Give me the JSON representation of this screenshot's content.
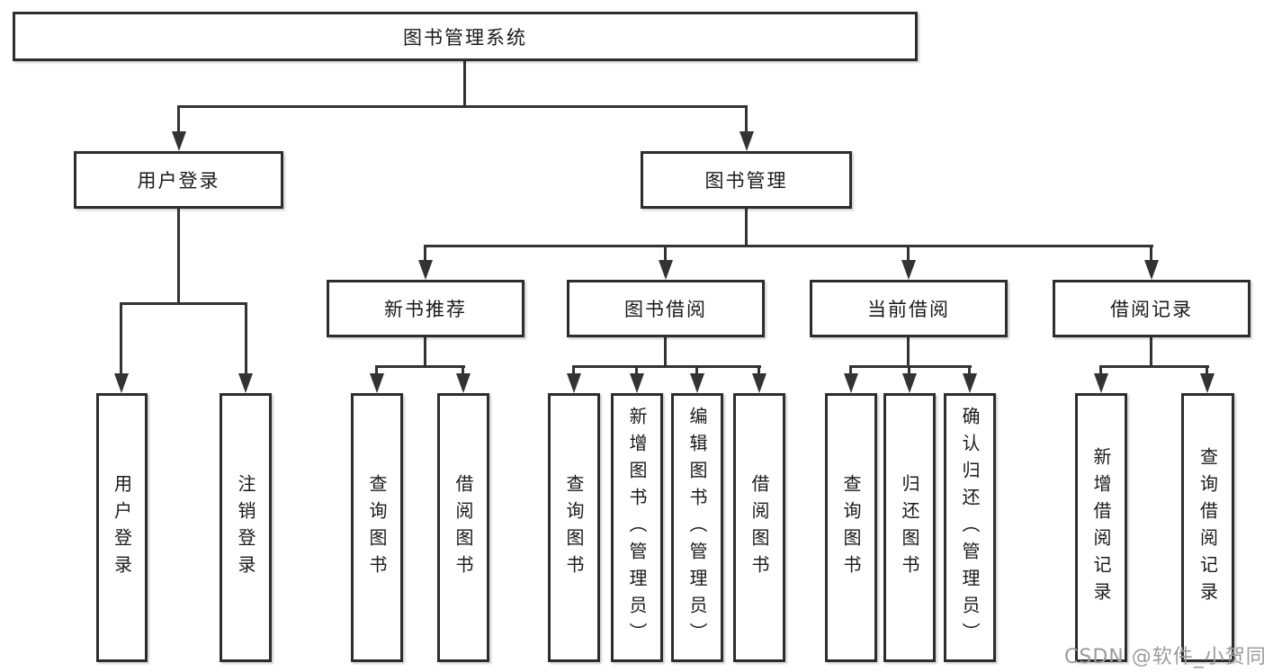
{
  "diagram": {
    "root": {
      "label": "图书管理系统"
    },
    "branches": {
      "user": {
        "label": "用户登录",
        "children": [
          {
            "label": "用户登录"
          },
          {
            "label": "注销登录"
          }
        ]
      },
      "books": {
        "label": "图书管理",
        "sections": {
          "recommend": {
            "label": "新书推荐",
            "children": [
              {
                "label": "查询图书"
              },
              {
                "label": "借阅图书"
              }
            ]
          },
          "borrow": {
            "label": "图书借阅",
            "children": [
              {
                "label": "查询图书"
              },
              {
                "label": "新增图书（管理员）"
              },
              {
                "label": "编辑图书（管理员）"
              },
              {
                "label": "借阅图书"
              }
            ]
          },
          "current": {
            "label": "当前借阅",
            "children": [
              {
                "label": "查询图书"
              },
              {
                "label": "归还图书"
              },
              {
                "label": "确认归还（管理员）"
              }
            ]
          },
          "records": {
            "label": "借阅记录",
            "children": [
              {
                "label": "新增借阅记录"
              },
              {
                "label": "查询借阅记录"
              }
            ]
          }
        }
      }
    },
    "colors": {
      "line": "#333333",
      "box_border": "#2d2d2d",
      "text": "#1a1a1a",
      "background": "#ffffff",
      "watermark": "#9b9b9b"
    }
  },
  "watermark": {
    "text": "CSDN @软件_小贺同学"
  }
}
